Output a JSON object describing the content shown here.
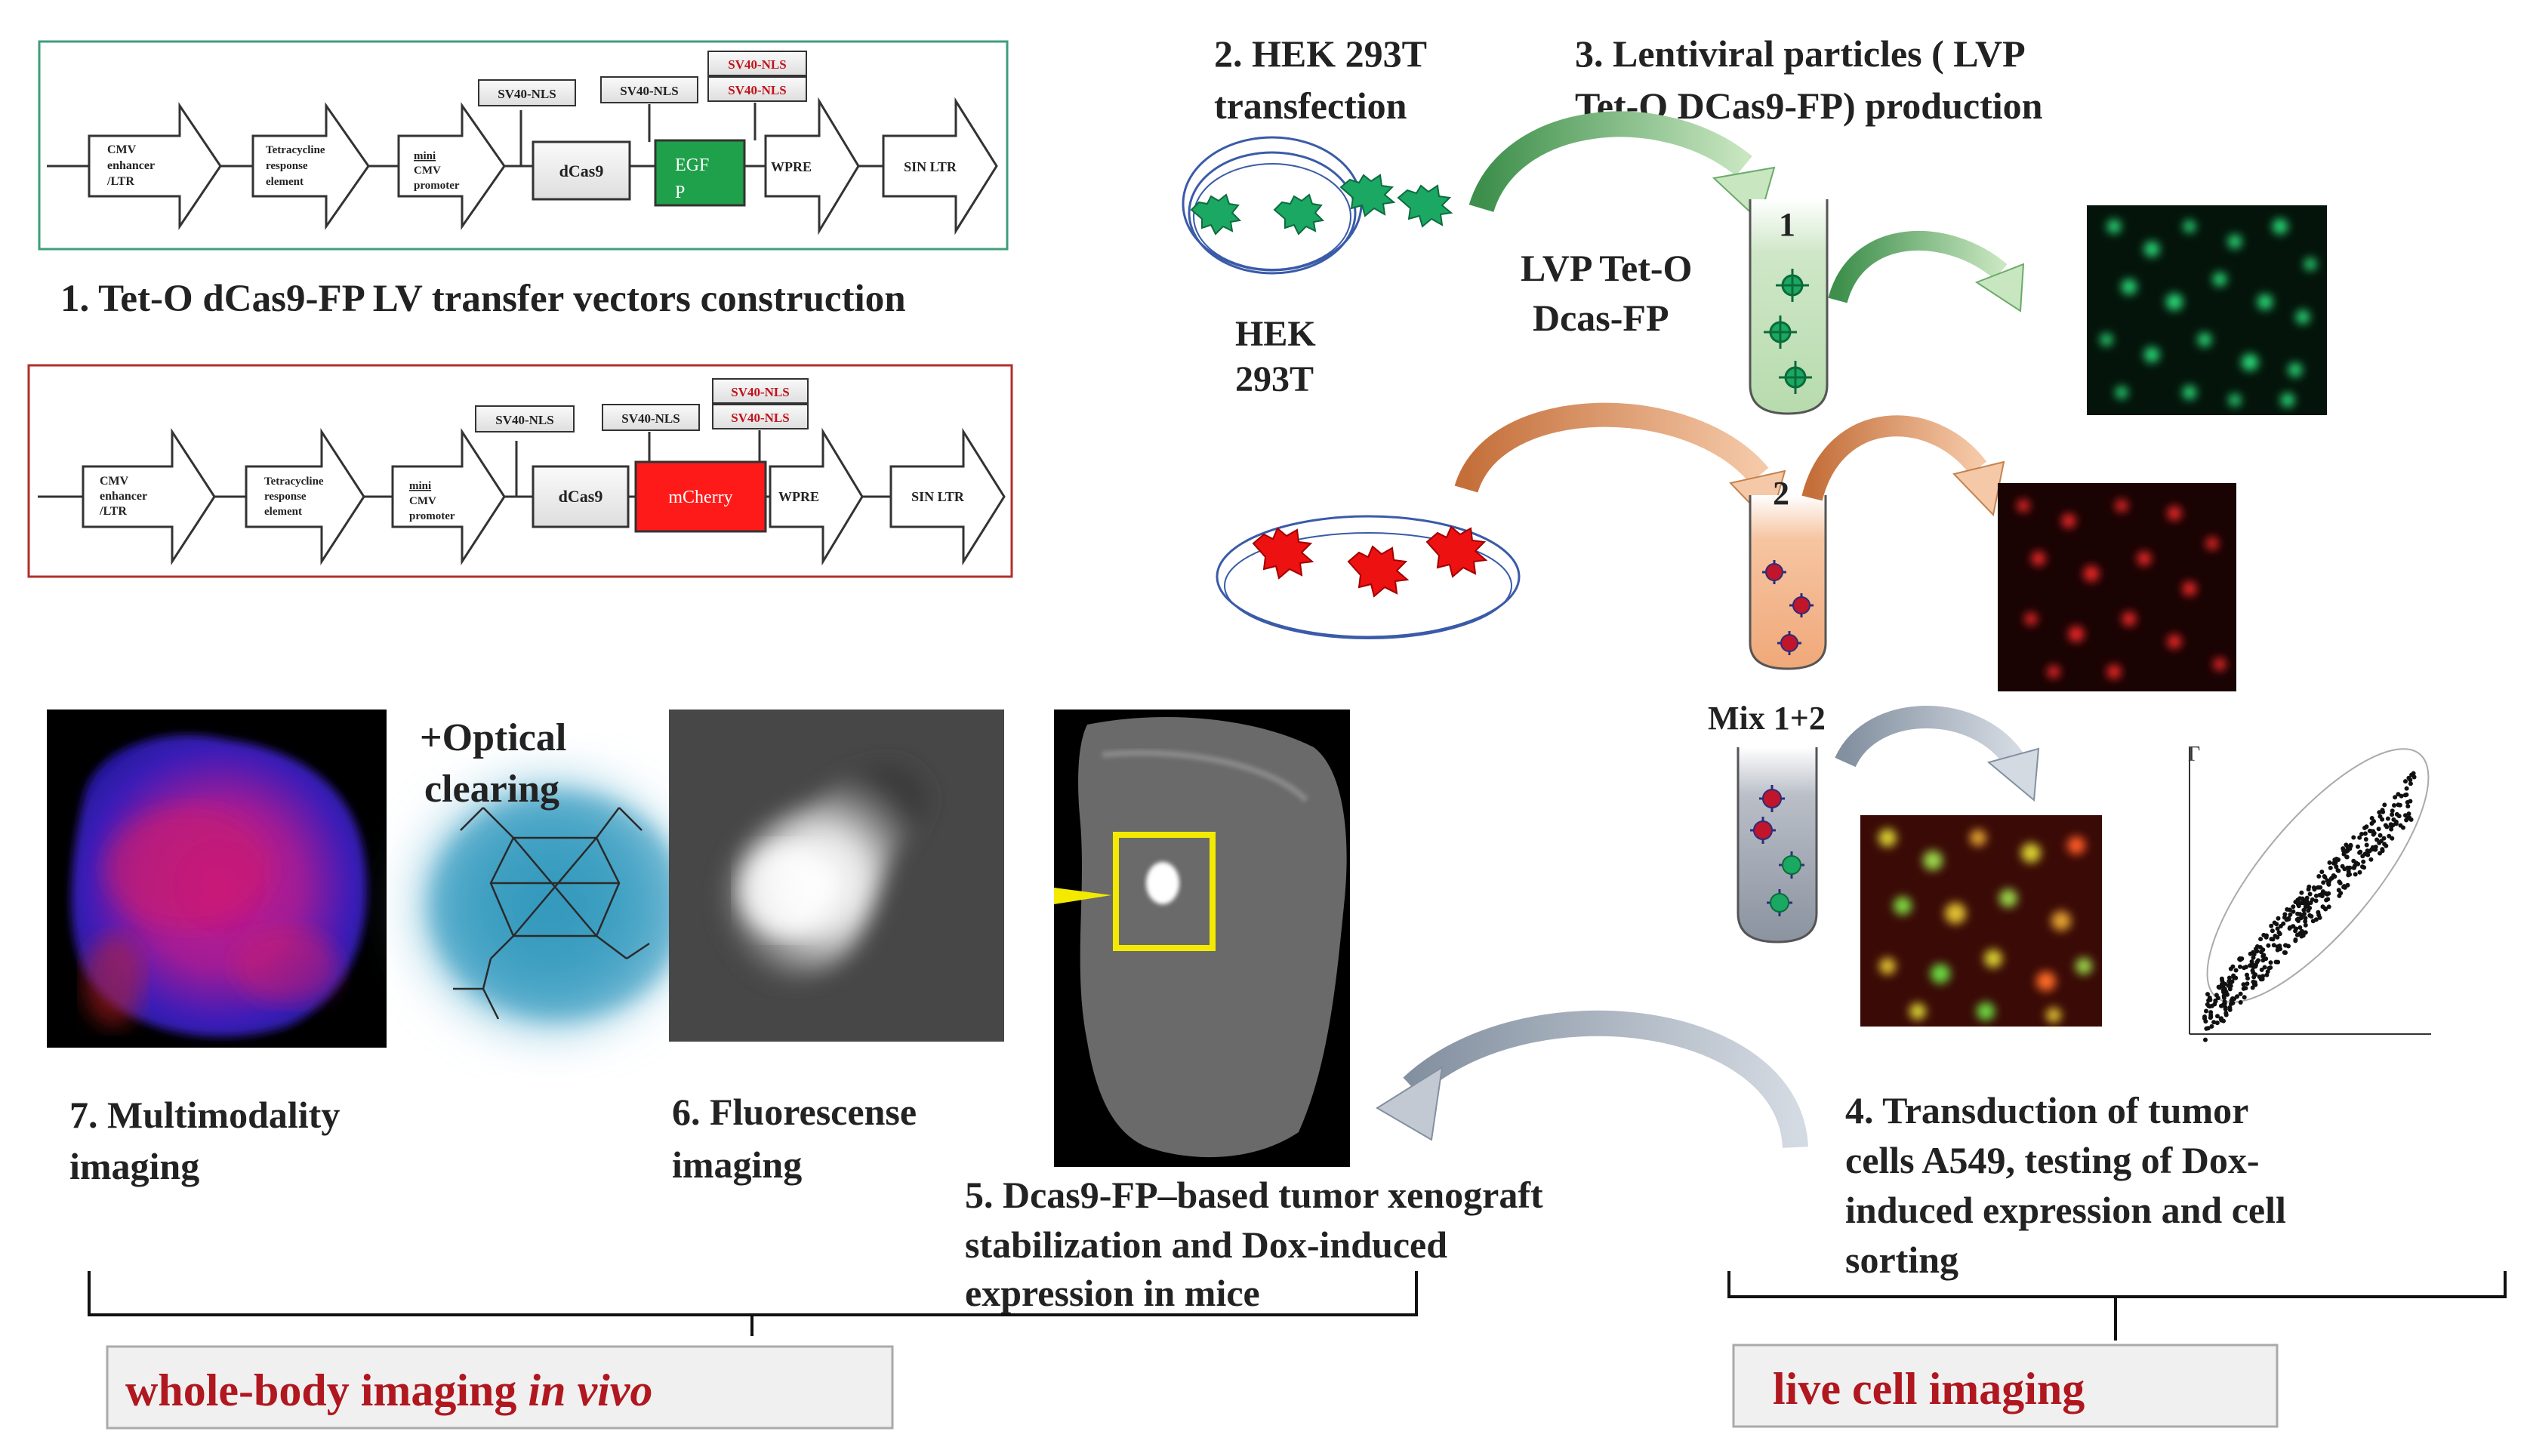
{
  "constructs": {
    "egfp": {
      "cmv": [
        "CMV",
        "enhancer",
        "/LTR"
      ],
      "tre": [
        "Tetracycline",
        "response",
        "element"
      ],
      "minicmv": [
        "mini",
        "CMV",
        "promoter"
      ],
      "nls1": "SV40-NLS",
      "nls2": "SV40-NLS",
      "nls3": "SV40-NLS",
      "nls4": "SV40-NLS",
      "dcas9": "dCas9",
      "fp": [
        "EGF",
        "P"
      ],
      "wpre": "WPRE",
      "sinltr": "SIN LTR"
    },
    "mcherry": {
      "cmv": [
        "CMV",
        "enhancer",
        "/LTR"
      ],
      "tre": [
        "Tetracycline",
        "response",
        "element"
      ],
      "minicmv": [
        "mini",
        "CMV",
        "promoter"
      ],
      "nls1": "SV40-NLS",
      "nls2": "SV40-NLS",
      "nls3": "SV40-NLS",
      "nls4": "SV40-NLS",
      "dcas9": "dCas9",
      "fp": "mCherry",
      "wpre": "WPRE",
      "sinltr": "SIN LTR"
    }
  },
  "steps": {
    "s1": "1. Tet-O dCas9-FP LV transfer vectors construction",
    "s2": [
      "2. HEK 293T",
      "transfection"
    ],
    "s3": [
      "3. Lentiviral particles ( LVP",
      "Tet-O DCas9-FP) production"
    ],
    "s4": [
      "4. Transduction of tumor",
      "cells A549, testing of Dox-",
      "induced expression and cell",
      "sorting"
    ],
    "s5": [
      "5. Dcas9-FP–based tumor xenograft",
      "stabilization and Dox-induced",
      "expression in mice"
    ],
    "s6": [
      "6. Fluorescense",
      "imaging"
    ],
    "s7": [
      "7. Multimodality",
      "imaging"
    ]
  },
  "labels": {
    "hek": [
      "HEK",
      "293T"
    ],
    "lvp": [
      "LVP Tet-O",
      "Dcas-FP"
    ],
    "tube1": "1",
    "tube2": "2",
    "mix": "Mix 1+2",
    "optical": [
      "+Optical",
      "clearing"
    ],
    "scatter_corner": "Γ"
  },
  "bottom": {
    "left": "whole-body imaging ",
    "left_italic": "in vivo",
    "right": "live cell imaging"
  },
  "colors": {
    "green_fp": "#1fa04a",
    "red_fp": "#ff1a1a",
    "caption": "#222222",
    "bottom_text": "#b0171f"
  }
}
